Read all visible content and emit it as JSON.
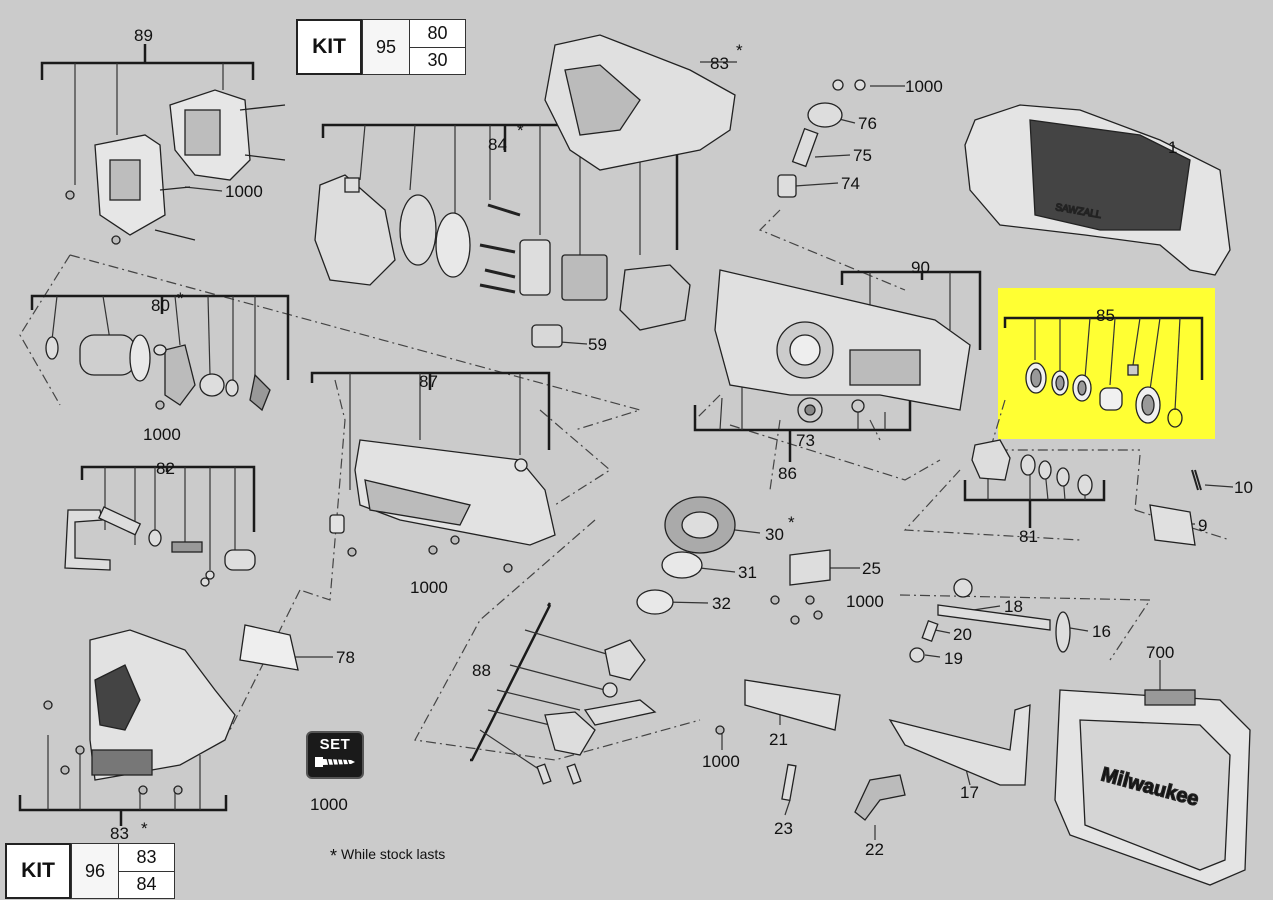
{
  "kits": {
    "top": {
      "label": "KIT",
      "number": "95",
      "items": [
        "80",
        "30"
      ]
    },
    "bottom": {
      "label": "KIT",
      "number": "96",
      "items": [
        "83",
        "84"
      ]
    }
  },
  "set_badge": {
    "label": "SET",
    "number": "1000"
  },
  "footnote": {
    "symbol": "*",
    "text": "While stock lasts"
  },
  "callouts": {
    "c1": "1",
    "c9": "9",
    "c10": "10",
    "c16": "16",
    "c17": "17",
    "c18": "18",
    "c19": "19",
    "c20": "20",
    "c21": "21",
    "c22": "22",
    "c23": "23",
    "c25": "25",
    "c30": "30",
    "c31": "31",
    "c32": "32",
    "c59": "59",
    "c73": "73",
    "c74": "74",
    "c75": "75",
    "c76": "76",
    "c78": "78",
    "c80": "80",
    "c81": "81",
    "c82": "82",
    "c83top": "83",
    "c83bottom": "83",
    "c84": "84",
    "c85": "85",
    "c86": "86",
    "c87": "87",
    "c88": "88",
    "c89": "89",
    "c90": "90",
    "c700": "700",
    "c1000a": "1000",
    "c1000b": "1000",
    "c1000c": "1000",
    "c1000d": "1000",
    "c1000e": "1000",
    "c1000f": "1000"
  },
  "brand_marks": {
    "housing": "SAWZALL",
    "case": "Milwaukee"
  },
  "colors": {
    "background": "#cbcbcb",
    "highlight": "#ffff33",
    "ink": "#111111"
  }
}
